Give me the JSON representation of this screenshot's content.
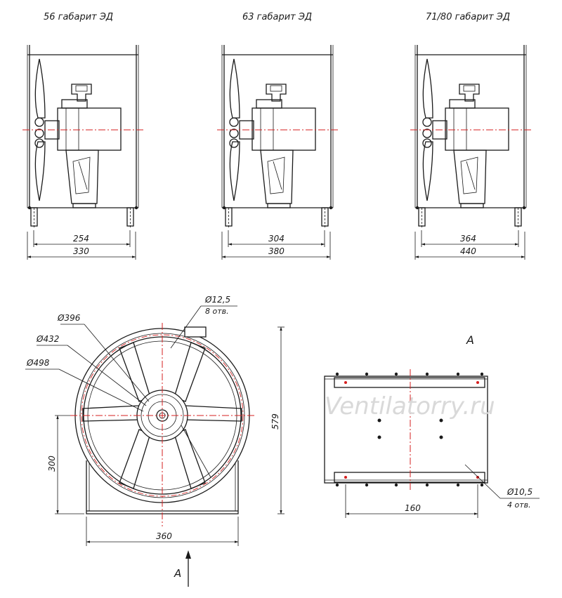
{
  "side_views": [
    {
      "title": "56 габарит ЭД",
      "inner_dim": "254",
      "outer_dim": "330"
    },
    {
      "title": "63 габарит ЭД",
      "inner_dim": "304",
      "outer_dim": "380"
    },
    {
      "title": "71/80 габарит ЭД",
      "inner_dim": "364",
      "outer_dim": "440"
    }
  ],
  "front_view": {
    "hole_dia": "Ø12,5",
    "hole_count": "8 отв.",
    "d1": "Ø396",
    "d2": "Ø432",
    "d3": "Ø498",
    "height_total": "579",
    "axis_height": "300",
    "base_width": "360",
    "view_arrow_label": "A"
  },
  "view_a": {
    "title": "A",
    "hole_dia": "Ø10,5",
    "hole_count": "4 отв.",
    "hole_spacing": "160"
  },
  "watermark": "Ventilatorry.ru",
  "colors": {
    "axis": "#d61f1f",
    "line": "#1a1a1a",
    "watermark": "#d9d9d9"
  }
}
